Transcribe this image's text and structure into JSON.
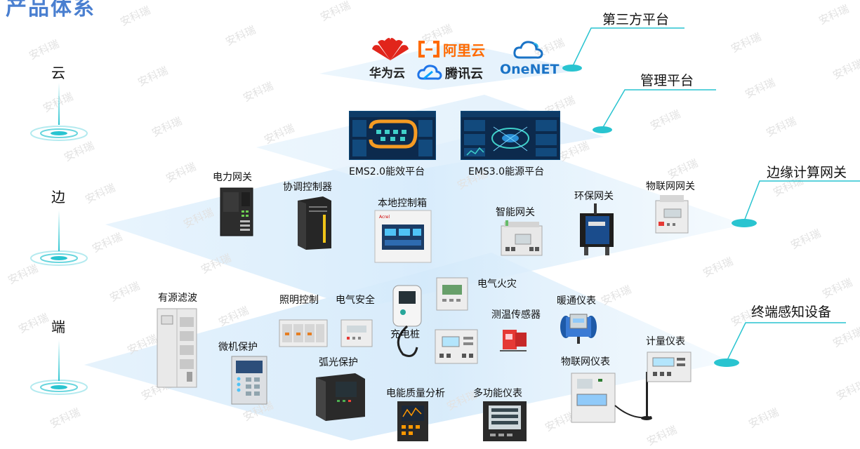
{
  "page_title": "产品体系",
  "layers": {
    "cloud": "云",
    "edge": "边",
    "terminal": "端"
  },
  "categories": {
    "third_party": "第三方平台",
    "management": "管理平台",
    "edge_gateway": "边缘计算网关",
    "terminal_devices": "终端感知设备"
  },
  "cloud_logos": {
    "huawei": "华为云",
    "aliyun": "阿里云",
    "tencent": "腾讯云",
    "onenet": "OneNET"
  },
  "platforms": [
    {
      "label": "EMS2.0能效平台"
    },
    {
      "label": "EMS3.0能源平台"
    }
  ],
  "edge_devices": {
    "power_gateway": "电力网关",
    "coord_controller": "协调控制器",
    "local_box": "本地控制箱",
    "smart_gateway": "智能网关",
    "env_gateway": "环保网关",
    "iot_gateway": "物联网网关"
  },
  "terminal_devices": {
    "active_filter": "有源滤波",
    "lighting": "照明控制",
    "elec_safety": "电气安全",
    "elec_fire": "电气火灾",
    "hvac_meter": "暖通仪表",
    "temp_sensor": "测温传感器",
    "charger": "充电桩",
    "micro_protect": "微机保护",
    "arc_protect": "弧光保护",
    "iot_meter": "物联网仪表",
    "metering": "计量仪表",
    "pq_analysis": "电能质量分析",
    "multi_meter": "多功能仪表"
  },
  "watermark": "安科瑞",
  "colors": {
    "accent": "#29c4d0",
    "plane": "#d8ecfb",
    "title": "#4a7fd0",
    "huawei_red": "#e1251b",
    "aliyun_orange": "#ff6a00",
    "tencent_blue": "#1e74e8",
    "onenet_blue": "#1a73c6"
  }
}
